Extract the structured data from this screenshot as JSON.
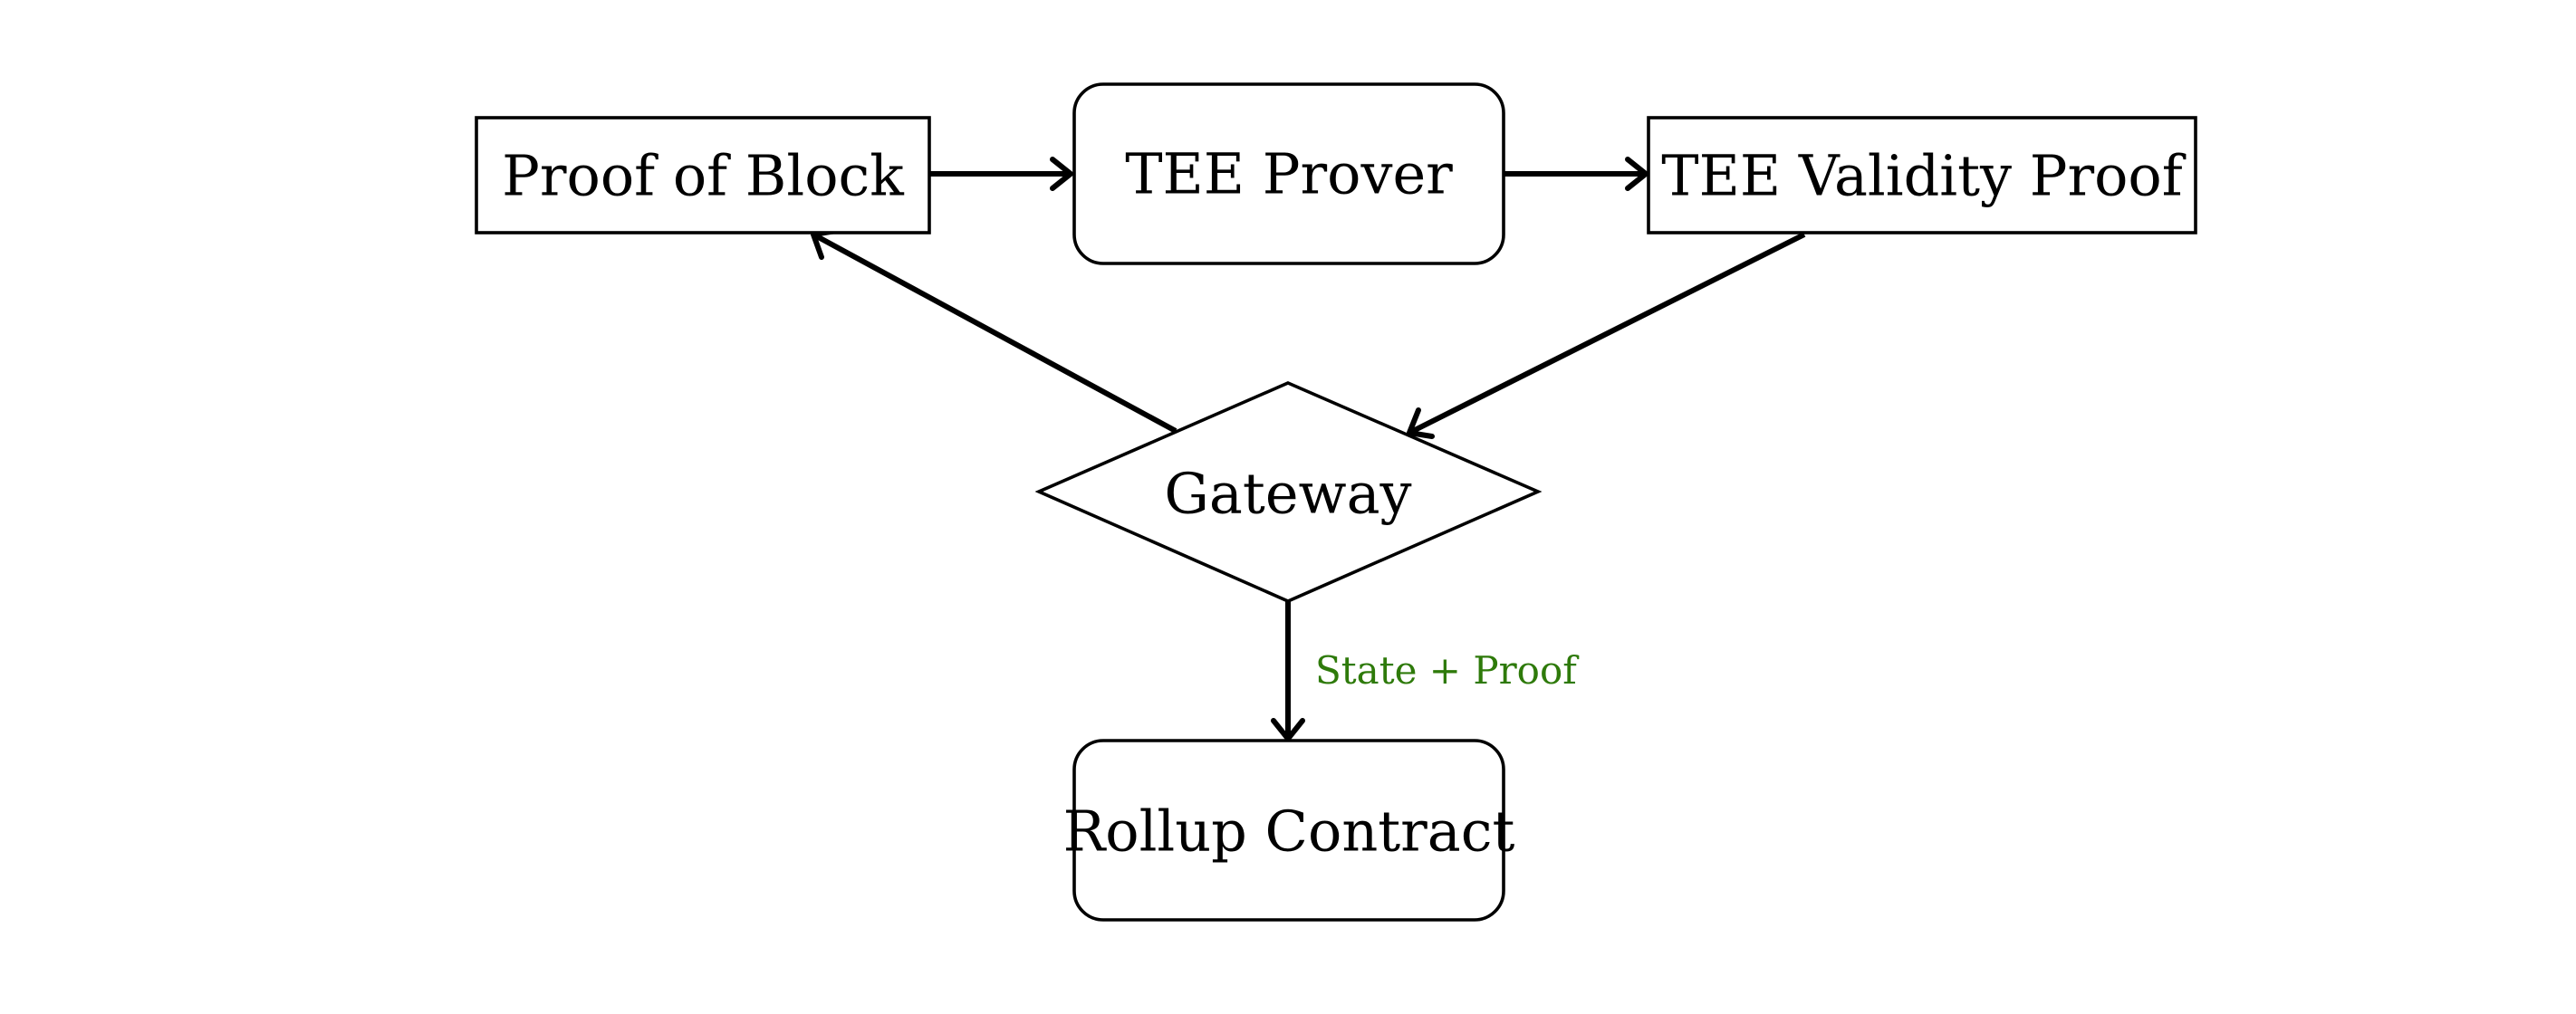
{
  "diagram": {
    "nodes": {
      "proof_of_block": {
        "label": "Proof of Block"
      },
      "tee_prover": {
        "label": "TEE Prover"
      },
      "tee_validity_proof": {
        "label": "TEE Validity Proof"
      },
      "gateway": {
        "label": "Gateway"
      },
      "rollup_contract": {
        "label": "Rollup Contract"
      }
    },
    "edges": [
      {
        "from": "Proof of Block",
        "to": "TEE Prover"
      },
      {
        "from": "TEE Prover",
        "to": "TEE Validity Proof"
      },
      {
        "from": "TEE Validity Proof",
        "to": "Gateway"
      },
      {
        "from": "Gateway",
        "to": "Proof of Block"
      },
      {
        "from": "Gateway",
        "to": "Rollup Contract",
        "label": "State + Proof"
      }
    ],
    "colors": {
      "edge_label": "#2e7a0a",
      "stroke": "#000000"
    }
  }
}
